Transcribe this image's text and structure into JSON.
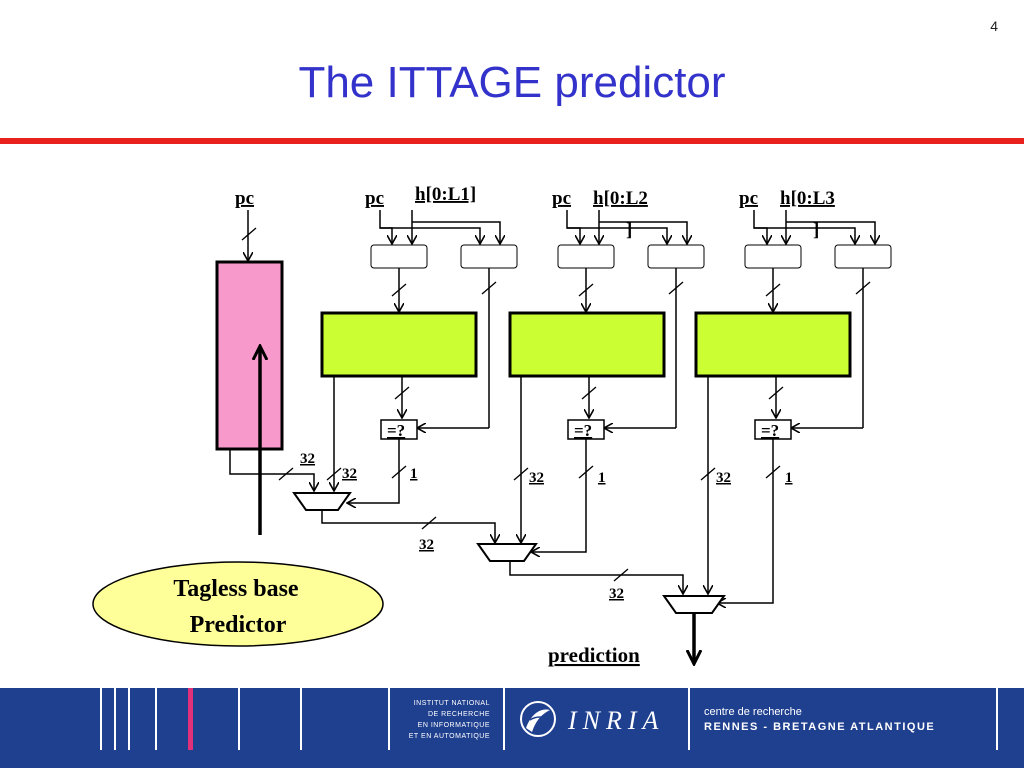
{
  "slide": {
    "page_number": "4",
    "title": "The ITTAGE predictor"
  },
  "diagram": {
    "base_pc": "pc",
    "tables": [
      {
        "pc": "pc",
        "history": "h[0:L1]",
        "history_wrap": ""
      },
      {
        "pc": "pc",
        "history": "h[0:L2",
        "history_wrap": "]"
      },
      {
        "pc": "pc",
        "history": "h[0:L3",
        "history_wrap": "]"
      }
    ],
    "compare_label": "=?",
    "width_labels": {
      "base_out": "32",
      "t1_target": "32",
      "t1_hit": "1",
      "t2_target": "32",
      "t2_hit": "1",
      "t3_target": "32",
      "t3_hit": "1",
      "mux1_out": "32",
      "mux2_out": "32"
    },
    "base_predictor_label_line1": "Tagless base",
    "base_predictor_label_line2": "Predictor",
    "output_label": "prediction",
    "colors": {
      "base_table": "#f79acb",
      "tagged_table": "#ccff33",
      "base_label_fill": "#ffff99",
      "title": "#3333cc",
      "rule": "#e8211c",
      "footer": "#1f3f8f"
    }
  },
  "footer": {
    "institute_line1": "INSTITUT NATIONAL",
    "institute_line2": "DE RECHERCHE",
    "institute_line3": "EN INFORMATIQUE",
    "institute_line4": "ET EN AUTOMATIQUE",
    "logo_text": "INRIA",
    "centre_line1": "centre de recherche",
    "centre_line2": "RENNES - BRETAGNE ATLANTIQUE"
  }
}
